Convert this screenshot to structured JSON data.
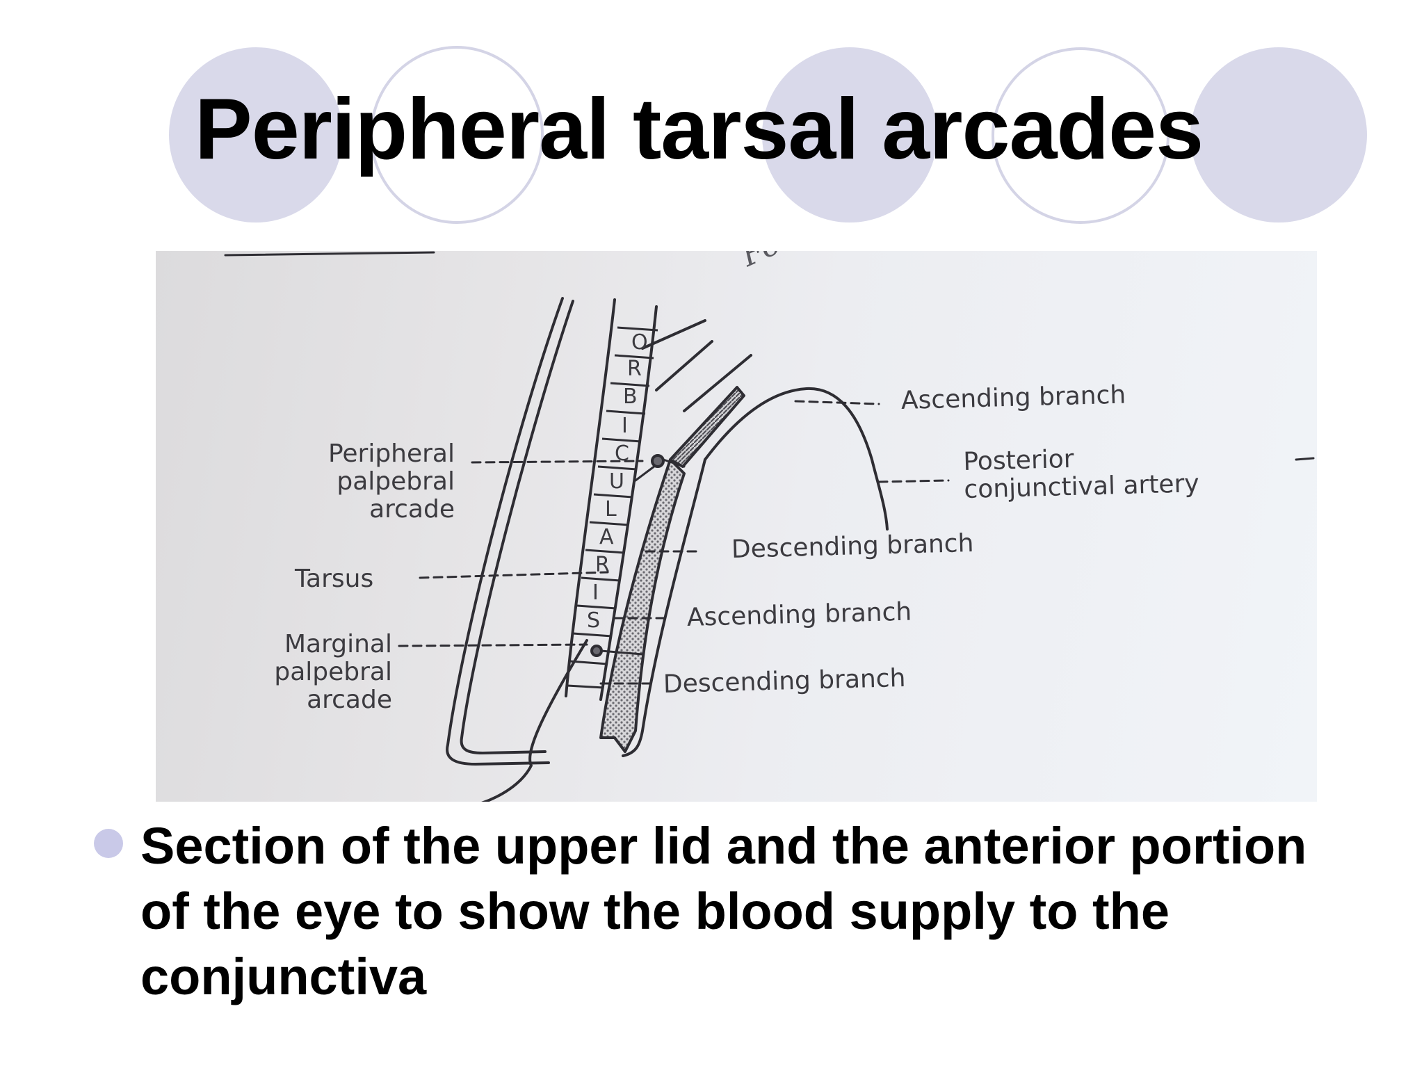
{
  "slide": {
    "title": "Peripheral tarsal arcades",
    "bullet": "Section of the upper lid and the anterior portion of the eye to show the blood supply to the conjunctiva"
  },
  "diagram": {
    "handwriting": "Fouml",
    "muscle_letters": [
      "O",
      "R",
      "B",
      "I",
      "C",
      "U",
      "L",
      "A",
      "R",
      "I",
      "S"
    ],
    "labels": {
      "peripheral_arcade": [
        "Peripheral",
        "palpebral",
        "arcade"
      ],
      "tarsus": "Tarsus",
      "marginal_arcade": [
        "Marginal",
        "palpebral",
        "arcade"
      ],
      "ascending_branch_top": "Ascending branch",
      "posterior_conjunctival": [
        "Posterior",
        "conjunctival artery"
      ],
      "descending_branch_mid": "Descending branch",
      "ascending_branch_mid": "Ascending branch",
      "descending_branch_bottom": "Descending branch"
    }
  },
  "colors": {
    "accent_circle": "#d9d9ea",
    "bullet": "#c9c9e8",
    "ink": "#2e2d33"
  }
}
